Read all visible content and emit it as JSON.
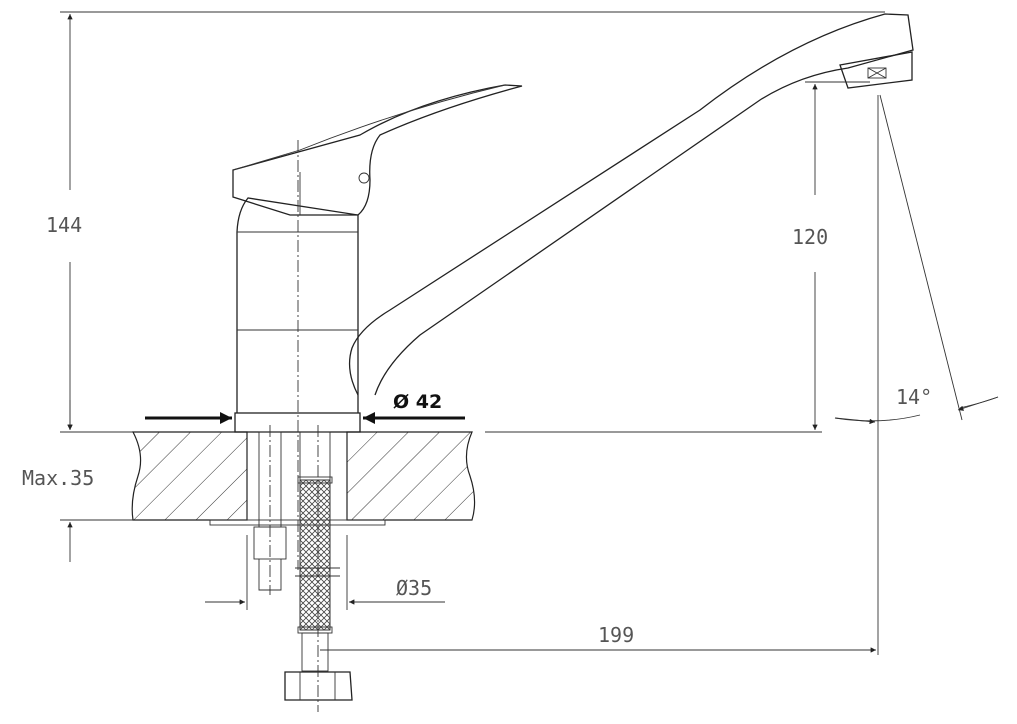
{
  "title": "Faucet dimension drawing",
  "dimensions": {
    "height_total": "144",
    "spout_height": "120",
    "counter_max": "Max.35",
    "base_diameter": "Ø 42",
    "hole_diameter": "Ø35",
    "spout_reach": "199",
    "spout_angle": "14°"
  }
}
